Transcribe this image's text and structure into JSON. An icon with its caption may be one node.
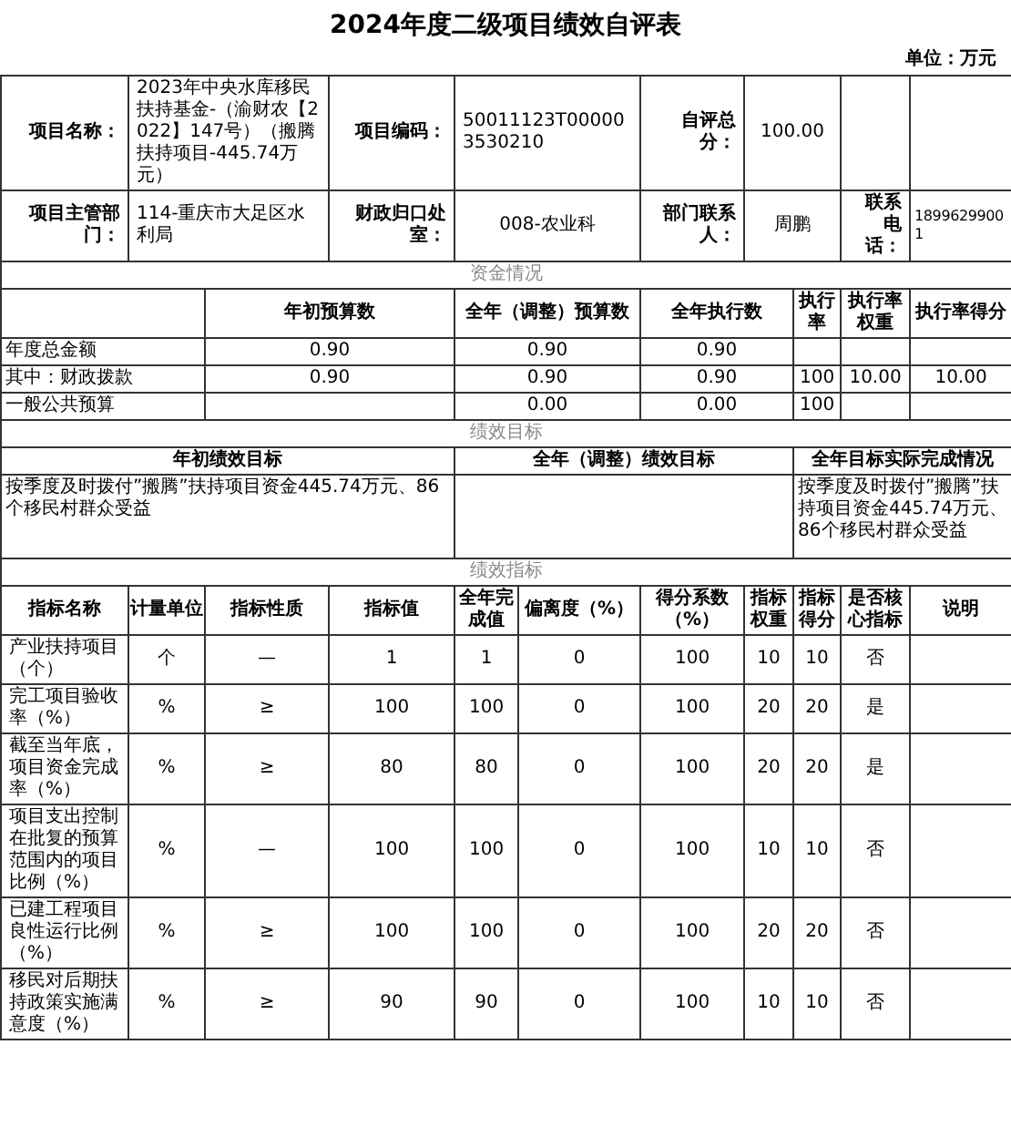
{
  "diagram": {
    "title": "2024年度二级项目绩效自评表",
    "labels": [
      "单位：万元",
      "项目名称：",
      "2023年中央水库移民扶持基金-（渝财农【2022】147号）（搬腾扶持项目-445.74万元）",
      "项目编码：",
      "50011123T000003530210",
      "自评总分：",
      "100.00",
      "项目主管部门：",
      "114-重庆市大足区水利局",
      "财政归口处室：",
      "008-农业科",
      "部门联系人：",
      "周鹏",
      "联系电话：",
      "18996299001",
      "资金情况",
      "年初预算数",
      "全年（调整）预算数",
      "全年执行数",
      "执行率",
      "执行率权重",
      "执行率得分",
      "年度总金额",
      "0.90",
      "0.90",
      "0.90",
      "其中：财政拨款",
      "0.90",
      "0.90",
      "0.90",
      "100",
      "10.00",
      "10.00",
      "一般公共预算",
      "0.00",
      "0.00",
      "100",
      "绩效目标",
      "年初绩效目标",
      "全年（调整）绩效目标",
      "全年目标实际完成情况",
      "按季度及时拨付”搬腾”扶持项目资金445.74万元、86个移民村群众受益",
      "按季度及时拨付”搬腾”扶持项目资金445.74万元、86个移民村群众受益",
      "绩效指标",
      "指标名称",
      "计量单位",
      "指标性质",
      "指标值",
      "全年完成值",
      "偏离度（%）",
      "得分系数（%）",
      "指标权重",
      "指标得分",
      "是否核心指标",
      "说明",
      "产业扶持项目（个）",
      "个",
      "—",
      "1",
      "1",
      "0",
      "100",
      "10",
      "10",
      "否",
      "完工项目验收率（%）",
      "%",
      "≥",
      "100",
      "100",
      "0",
      "100",
      "20",
      "20",
      "是",
      "截至当年底，项目资金完成率（%）",
      "%",
      "≥",
      "80",
      "80",
      "0",
      "100",
      "20",
      "20",
      "是",
      "项目支出控制在批复的预算范围内的项目比例（%）",
      "%",
      "—",
      "100",
      "100",
      "0",
      "100",
      "10",
      "10",
      "否",
      "已建工程项目良性运行比例（%）",
      "%",
      "≥",
      "100",
      "100",
      "0",
      "100",
      "20",
      "20",
      "否",
      "移民对后期扶持政策实施满意度（%）",
      "%",
      "≥",
      "90",
      "90",
      "0",
      "100",
      "10",
      "10",
      "否"
    ]
  }
}
